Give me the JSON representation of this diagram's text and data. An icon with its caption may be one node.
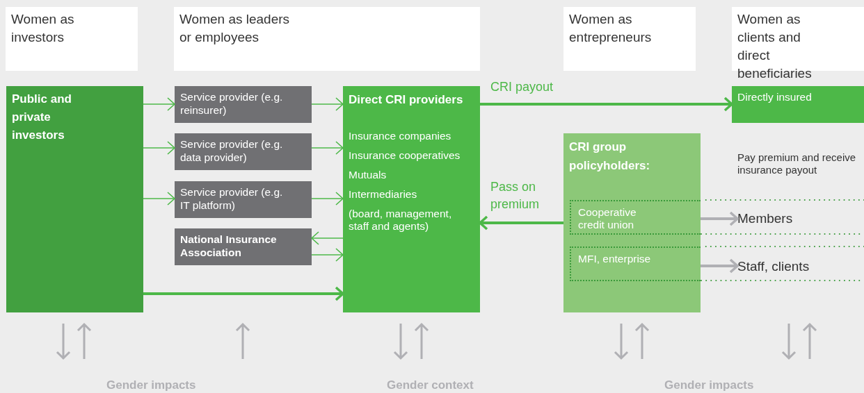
{
  "diagram": {
    "nodes": [
      {
        "text": [
          "Women as investors"
        ]
      },
      {
        "text": [
          "Women as leaders or employees"
        ]
      },
      {
        "text": [
          "Women as entrepreneurs"
        ]
      },
      {
        "text": [
          "Women as clients and direct beneficiaries"
        ]
      },
      {
        "text": [
          "Public and private investors"
        ]
      },
      {
        "text": [
          "Service provider (e.g. reinsurer)"
        ]
      },
      {
        "text": [
          "Service provider (e.g. data provider)"
        ]
      },
      {
        "text": [
          "Service provider (e.g. IT platform)"
        ]
      },
      {
        "text": [
          "National Insurance Association"
        ]
      },
      {
        "text": [
          "Direct CRI providers",
          "Insurance companies",
          "Insurance cooperatives",
          "Mutuals",
          "Intermediaries",
          "(board, management, staff and agents)"
        ]
      },
      {
        "text": [
          "Directly insured"
        ]
      },
      {
        "text": [
          "CRI group policyholders:"
        ]
      },
      {
        "text": [
          "Cooperative credit union"
        ],
        "in": 11
      },
      {
        "text": [
          "Members"
        ]
      },
      {
        "text": [
          "MFI, enterprise"
        ],
        "in": 11
      },
      {
        "text": [
          "Staff, clients"
        ]
      }
    ],
    "edges": [
      {
        "from": 4,
        "to": 5,
        "arrow": "to"
      },
      {
        "from": 4,
        "to": 6,
        "arrow": "to"
      },
      {
        "from": 4,
        "to": 7,
        "arrow": "to"
      },
      {
        "from": 5,
        "to": 9,
        "arrow": "to"
      },
      {
        "from": 6,
        "to": 9,
        "arrow": "to"
      },
      {
        "from": 7,
        "to": 9,
        "arrow": "to"
      },
      {
        "from": 9,
        "to": 8,
        "arrow": "to"
      },
      {
        "from": 8,
        "to": 9,
        "arrow": "to"
      },
      {
        "from": 4,
        "to": 9,
        "arrow": "to",
        "style": "thick"
      },
      {
        "from": 9,
        "to": 10,
        "label": "CRI payout",
        "arrow": "to",
        "style": "thick"
      },
      {
        "from": 11,
        "to": 9,
        "label": "Pass on premium",
        "arrow": "to",
        "style": "thick"
      },
      {
        "from": 12,
        "to": 13,
        "arrow": "to",
        "style": "thick",
        "color": "#b0b0b4"
      },
      {
        "from": 14,
        "to": 15,
        "arrow": "to",
        "style": "thick",
        "color": "#b0b0b4"
      }
    ],
    "labels": [
      "Pay premium and receive insurance payout",
      "Gender impacts",
      "Gender context",
      "Gender impacts"
    ]
  }
}
